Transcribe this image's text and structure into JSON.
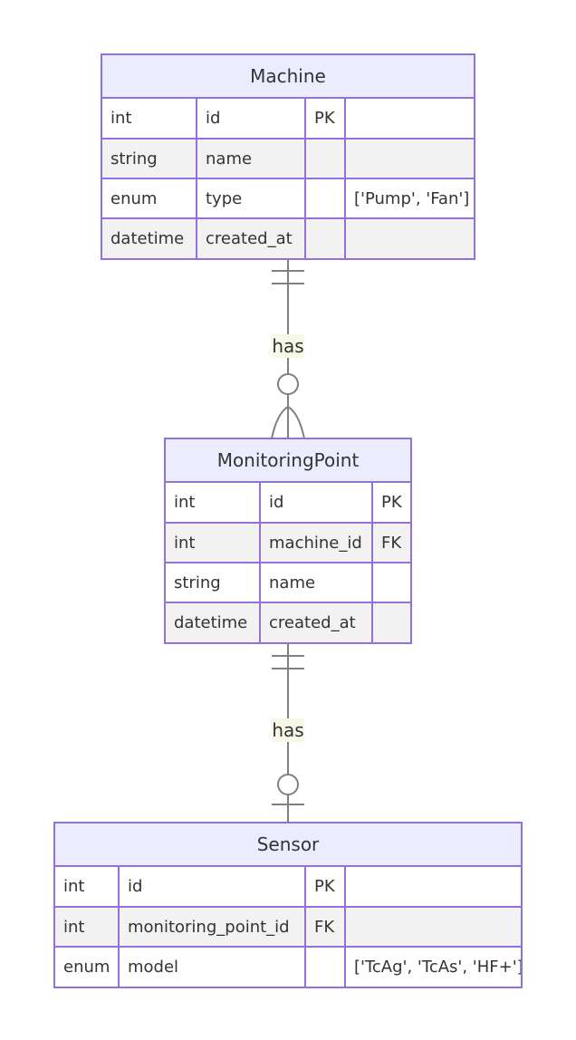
{
  "entities": [
    {
      "name": "Machine",
      "attributes": [
        {
          "type": "int",
          "name": "id",
          "key": "PK",
          "comment": ""
        },
        {
          "type": "string",
          "name": "name",
          "key": "",
          "comment": ""
        },
        {
          "type": "enum",
          "name": "type",
          "key": "",
          "comment": "['Pump', 'Fan']"
        },
        {
          "type": "datetime",
          "name": "created_at",
          "key": "",
          "comment": ""
        }
      ]
    },
    {
      "name": "MonitoringPoint",
      "attributes": [
        {
          "type": "int",
          "name": "id",
          "key": "PK"
        },
        {
          "type": "int",
          "name": "machine_id",
          "key": "FK"
        },
        {
          "type": "string",
          "name": "name",
          "key": ""
        },
        {
          "type": "datetime",
          "name": "created_at",
          "key": ""
        }
      ]
    },
    {
      "name": "Sensor",
      "attributes": [
        {
          "type": "int",
          "name": "id",
          "key": "PK",
          "comment": ""
        },
        {
          "type": "int",
          "name": "monitoring_point_id",
          "key": "FK",
          "comment": ""
        },
        {
          "type": "enum",
          "name": "model",
          "key": "",
          "comment": "['TcAg', 'TcAs', 'HF+']"
        }
      ]
    }
  ],
  "relationships": [
    {
      "from": "Machine",
      "to": "MonitoringPoint",
      "label": "has",
      "from_cardinality": "exactly-one",
      "to_cardinality": "zero-or-more"
    },
    {
      "from": "MonitoringPoint",
      "to": "Sensor",
      "label": "has",
      "from_cardinality": "exactly-one",
      "to_cardinality": "zero-or-one"
    }
  ],
  "colors": {
    "border": "#9370db",
    "header_bg": "#ececff",
    "row_odd": "#ffffff",
    "row_even": "#f2f2f2",
    "edge": "#808080",
    "label_bg": "#f8f8e8",
    "text": "#333333"
  }
}
